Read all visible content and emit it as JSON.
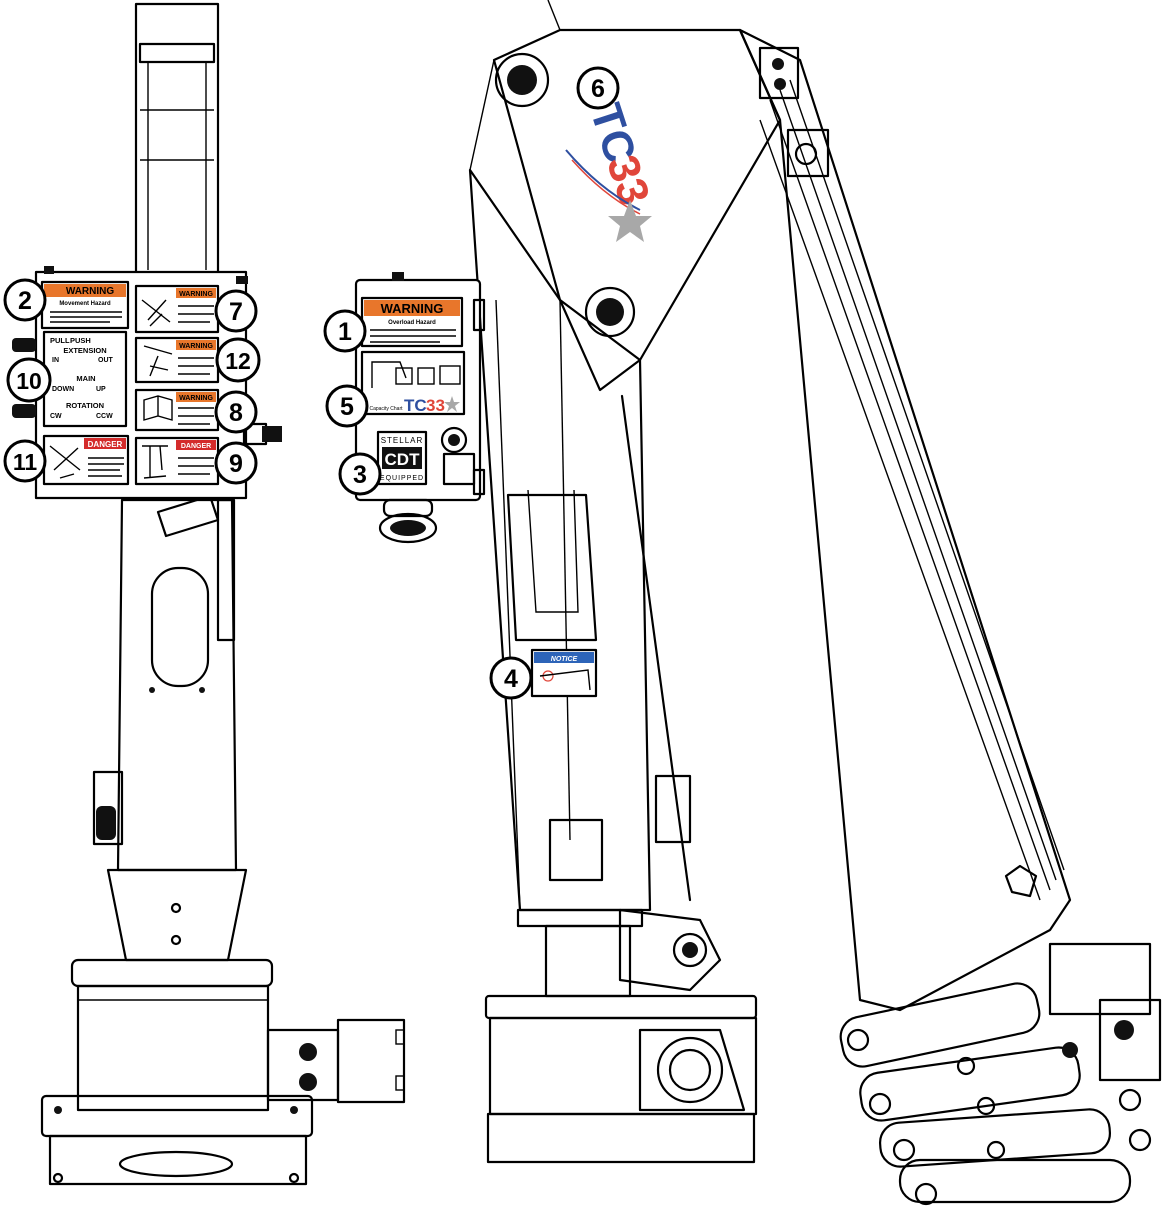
{
  "callouts": [
    "1",
    "2",
    "3",
    "4",
    "5",
    "6",
    "7",
    "8",
    "9",
    "10",
    "11",
    "12"
  ],
  "labels": {
    "warning": "WARNING",
    "danger": "DANGER",
    "notice": "NOTICE",
    "movement_hazard": "Movement Hazard",
    "overload_hazard": "Overload Hazard",
    "pull": "PULL",
    "push": "PUSH",
    "extension": "EXTENSION",
    "in": "IN",
    "out": "OUT",
    "main": "MAIN",
    "down": "DOWN",
    "up": "UP",
    "rotation": "ROTATION",
    "cw": "CW",
    "ccw": "CCW",
    "tc_model": "TC",
    "tc_number": "33",
    "stellar": "STELLAR",
    "cdt": "CDT",
    "equipped": "EQUIPPED",
    "capacity_chart": "Capacity Chart"
  },
  "colors": {
    "warning_orange": "#e8762b",
    "danger_red": "#d42b2b",
    "notice_blue": "#2d64b8",
    "logo_blue": "#2e4fa0",
    "logo_red": "#e0463a",
    "star_gray": "#a8a8a8"
  }
}
